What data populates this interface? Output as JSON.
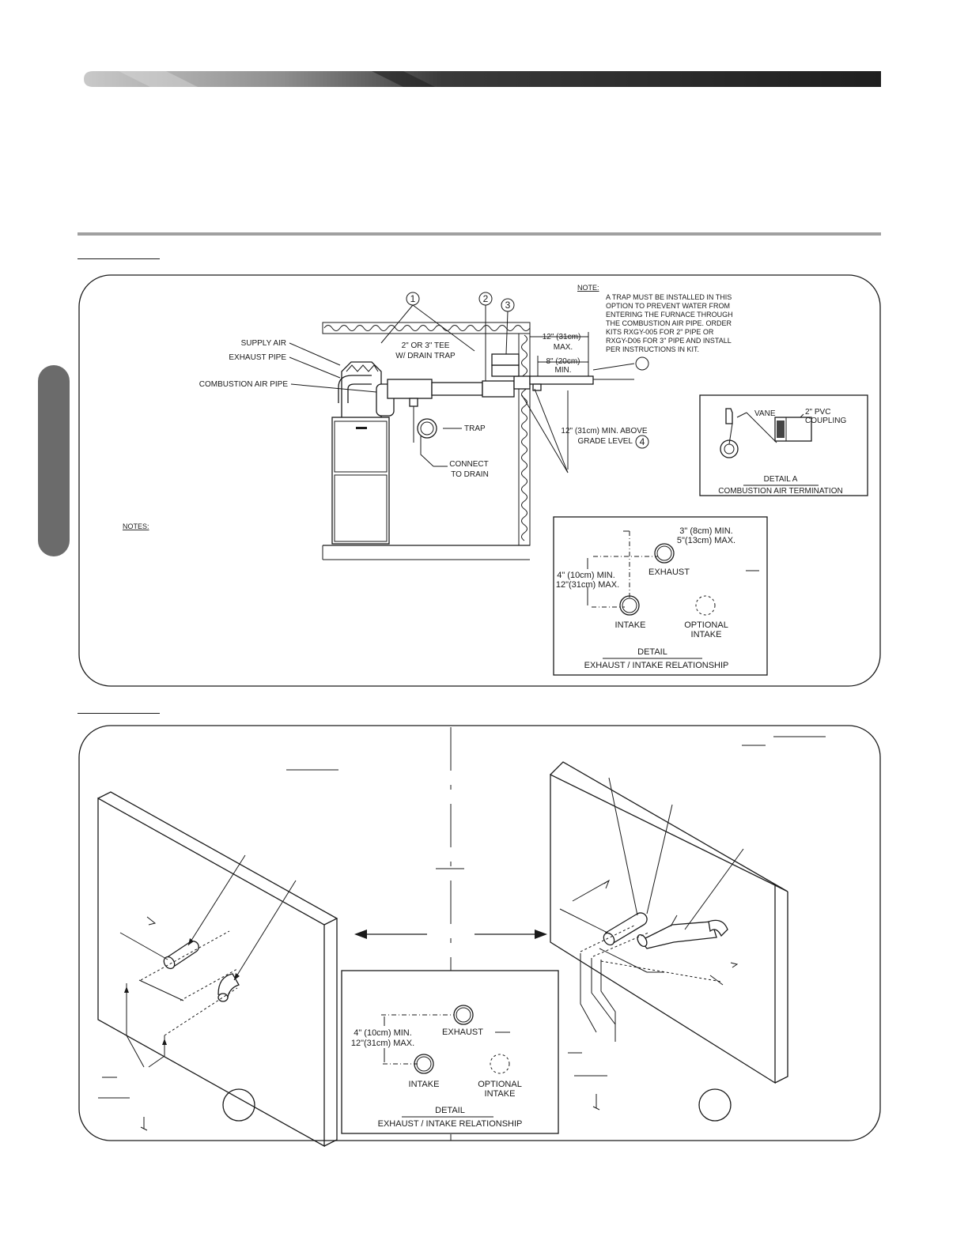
{
  "figure1": {
    "note_heading": "NOTE:",
    "note_lines": [
      "A TRAP MUST BE INSTALLED IN THIS",
      "OPTION TO PREVENT WATER FROM",
      "ENTERING THE FURNACE THROUGH",
      "THE COMBUSTION AIR PIPE. ORDER",
      "KITS RXGY-005 FOR 2\" PIPE OR",
      "RXGY-D06 FOR 3\" PIPE AND INSTALL",
      "PER INSTRUCTIONS IN KIT."
    ],
    "labels": {
      "supply_air": "SUPPLY AIR",
      "exhaust_pipe": "EXHAUST PIPE",
      "combustion_air_pipe": "COMBUSTION AIR PIPE",
      "tee_line1": "2\" OR 3\" TEE",
      "tee_line2": "W/ DRAIN TRAP",
      "trap": "TRAP",
      "connect_line1": "CONNECT",
      "connect_line2": "TO DRAIN",
      "max12_line1": "12\" (31cm)",
      "max12_line2": "MAX.",
      "min8_line1": "8\" (20cm)",
      "min8_line2": "MIN.",
      "grade_line1": "12\" (31cm) MIN. ABOVE",
      "grade_line2": "GRADE LEVEL",
      "notes_heading": "NOTES:"
    },
    "callouts": [
      "1",
      "2",
      "3",
      "4"
    ],
    "detail_a": {
      "vane": "VANE",
      "coupling_line1": "2\" PVC",
      "coupling_line2": "COUPLING",
      "title": "DETAIL A",
      "subtitle": "COMBUSTION AIR TERMINATION"
    },
    "detail_relationship": {
      "spacing3_line1": "3\" (8cm) MIN.",
      "spacing3_line2": "5\"(13cm) MAX.",
      "spacing4_line1": "4\" (10cm) MIN.",
      "spacing4_line2": "12\"(31cm) MAX.",
      "exhaust": "EXHAUST",
      "intake": "INTAKE",
      "optional_line1": "OPTIONAL",
      "optional_line2": "INTAKE",
      "title": "DETAIL",
      "subtitle": "EXHAUST / INTAKE RELATIONSHIP"
    }
  },
  "figure2": {
    "detail_relationship": {
      "spacing4_line1": "4\" (10cm) MIN.",
      "spacing4_line2": "12\"(31cm) MAX.",
      "exhaust": "EXHAUST",
      "intake": "INTAKE",
      "optional_line1": "OPTIONAL",
      "optional_line2": "INTAKE",
      "title": "DETAIL",
      "subtitle": "EXHAUST / INTAKE RELATIONSHIP"
    }
  }
}
